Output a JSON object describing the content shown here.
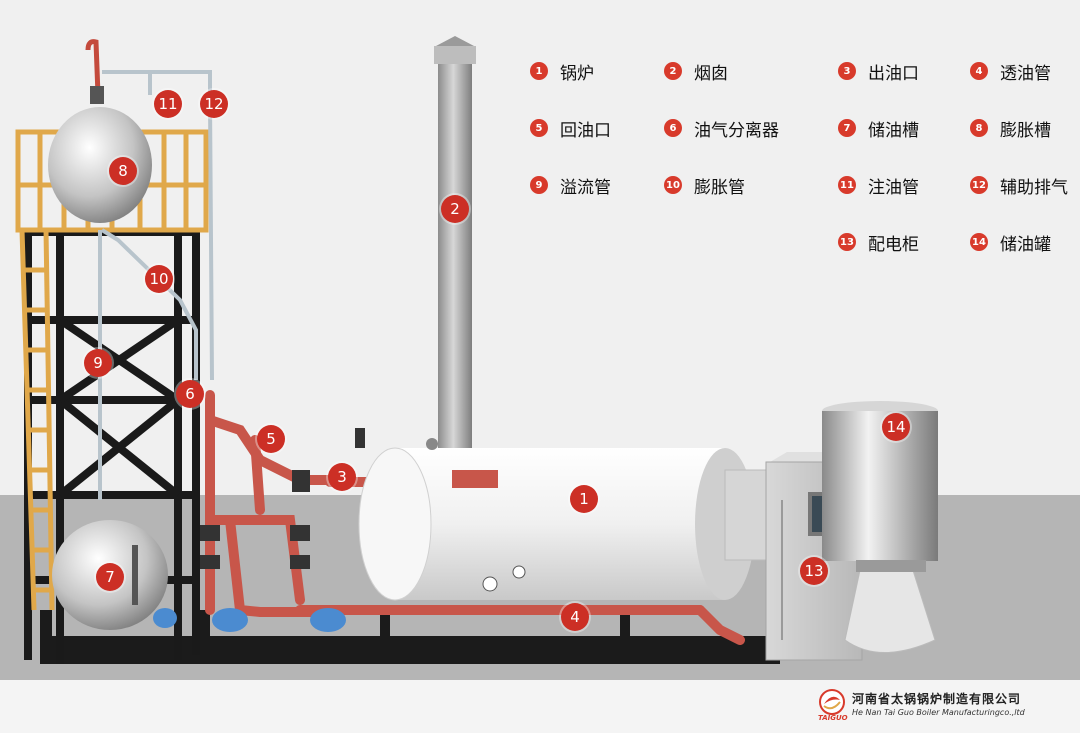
{
  "legend": [
    {
      "num": "1",
      "label": "锅炉"
    },
    {
      "num": "2",
      "label": "烟囱"
    },
    {
      "num": "3",
      "label": "出油口"
    },
    {
      "num": "4",
      "label": "透油管"
    },
    {
      "num": "5",
      "label": "回油口"
    },
    {
      "num": "6",
      "label": "油气分离器"
    },
    {
      "num": "7",
      "label": "储油槽"
    },
    {
      "num": "8",
      "label": "膨胀槽"
    },
    {
      "num": "9",
      "label": "溢流管"
    },
    {
      "num": "10",
      "label": "膨胀管"
    },
    {
      "num": "11",
      "label": "注油管"
    },
    {
      "num": "12",
      "label": "辅助排气"
    },
    {
      "num": "13",
      "label": "配电柜"
    },
    {
      "num": "14",
      "label": "储油罐"
    }
  ],
  "markers": [
    "1",
    "2",
    "3",
    "4",
    "5",
    "6",
    "7",
    "8",
    "9",
    "10",
    "11",
    "12",
    "13",
    "14"
  ],
  "company": {
    "name": "河南省太锅锅炉制造有限公司",
    "english": "He Nan Tai Guo Boiler Manufacturingco.,ltd",
    "brand": "TAIGUO"
  },
  "colors": {
    "accent": "#d83a2b",
    "pipe": "#c8564a",
    "frame": "#1a1a1a",
    "ladder": "#e0a84a"
  }
}
